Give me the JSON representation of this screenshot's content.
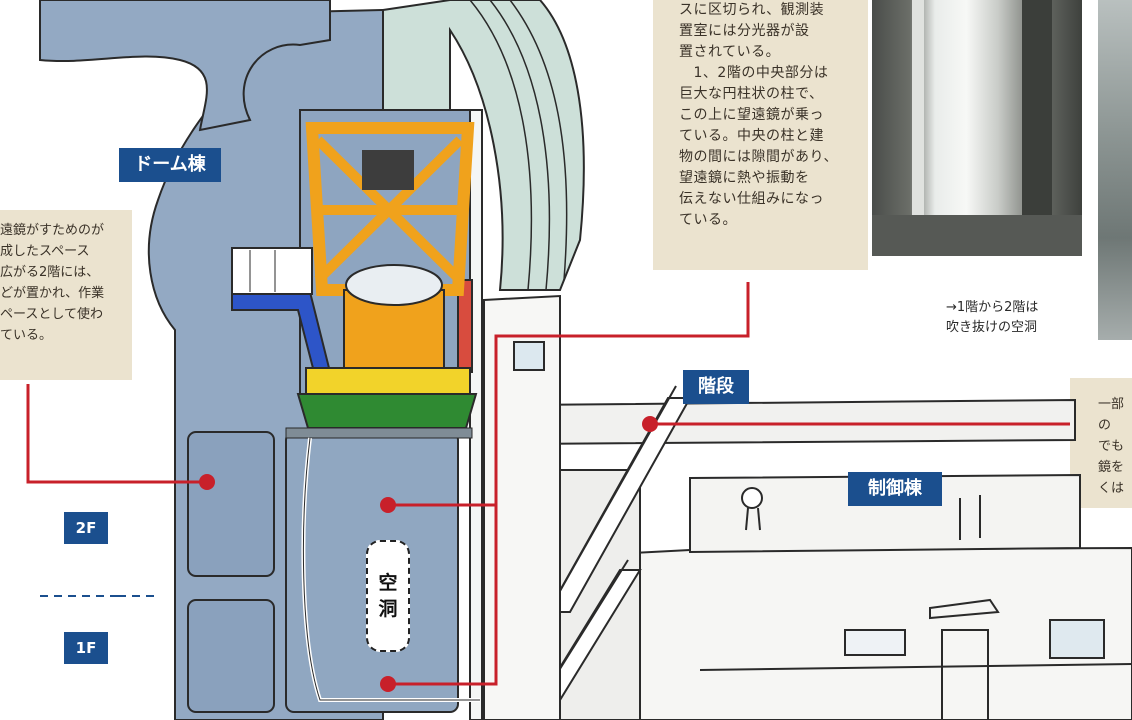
{
  "labels": {
    "dome_building": "ドーム棟",
    "control_building": "制御棟",
    "stairs": "階段",
    "floor_2f": "2F",
    "floor_1f": "1F",
    "void_chars": [
      "空",
      "洞"
    ]
  },
  "notes": {
    "top_center": "スに区切られ、観測装\n置室には分光器が設\n置されている。\n　1、2階の中央部分は\n巨大な円柱状の柱で、\nこの上に望遠鏡が乗っ\nている。中央の柱と建\n物の間には隙間があり、\n望遠鏡に熱や振動を\n伝えない仕組みになっ\nている。",
    "left": "遠鏡がすためのが\n成したスペース\n広がる2階には、\nどが置かれ、作業\nペースとして使わ\nている。",
    "right": "一部の\nでも\n鏡を\nくは"
  },
  "captions": {
    "photo_caption": "→1階から2階は\n吹き抜けの空洞"
  },
  "colors": {
    "building_blue": "#93a9c3",
    "dome_mint": "#cde0d9",
    "accent_red": "#c8202a",
    "tag_blue": "#1b4f8e",
    "note_beige": "#ebe3cf",
    "truss_orange": "#f0a21c",
    "base_yellow": "#f2d32a",
    "base_green": "#2f8a32"
  },
  "icons": [
    "telescope-illustration",
    "dome-slit",
    "photo-pillar-interior",
    "photo-telescope-floor",
    "cross-section-building"
  ]
}
